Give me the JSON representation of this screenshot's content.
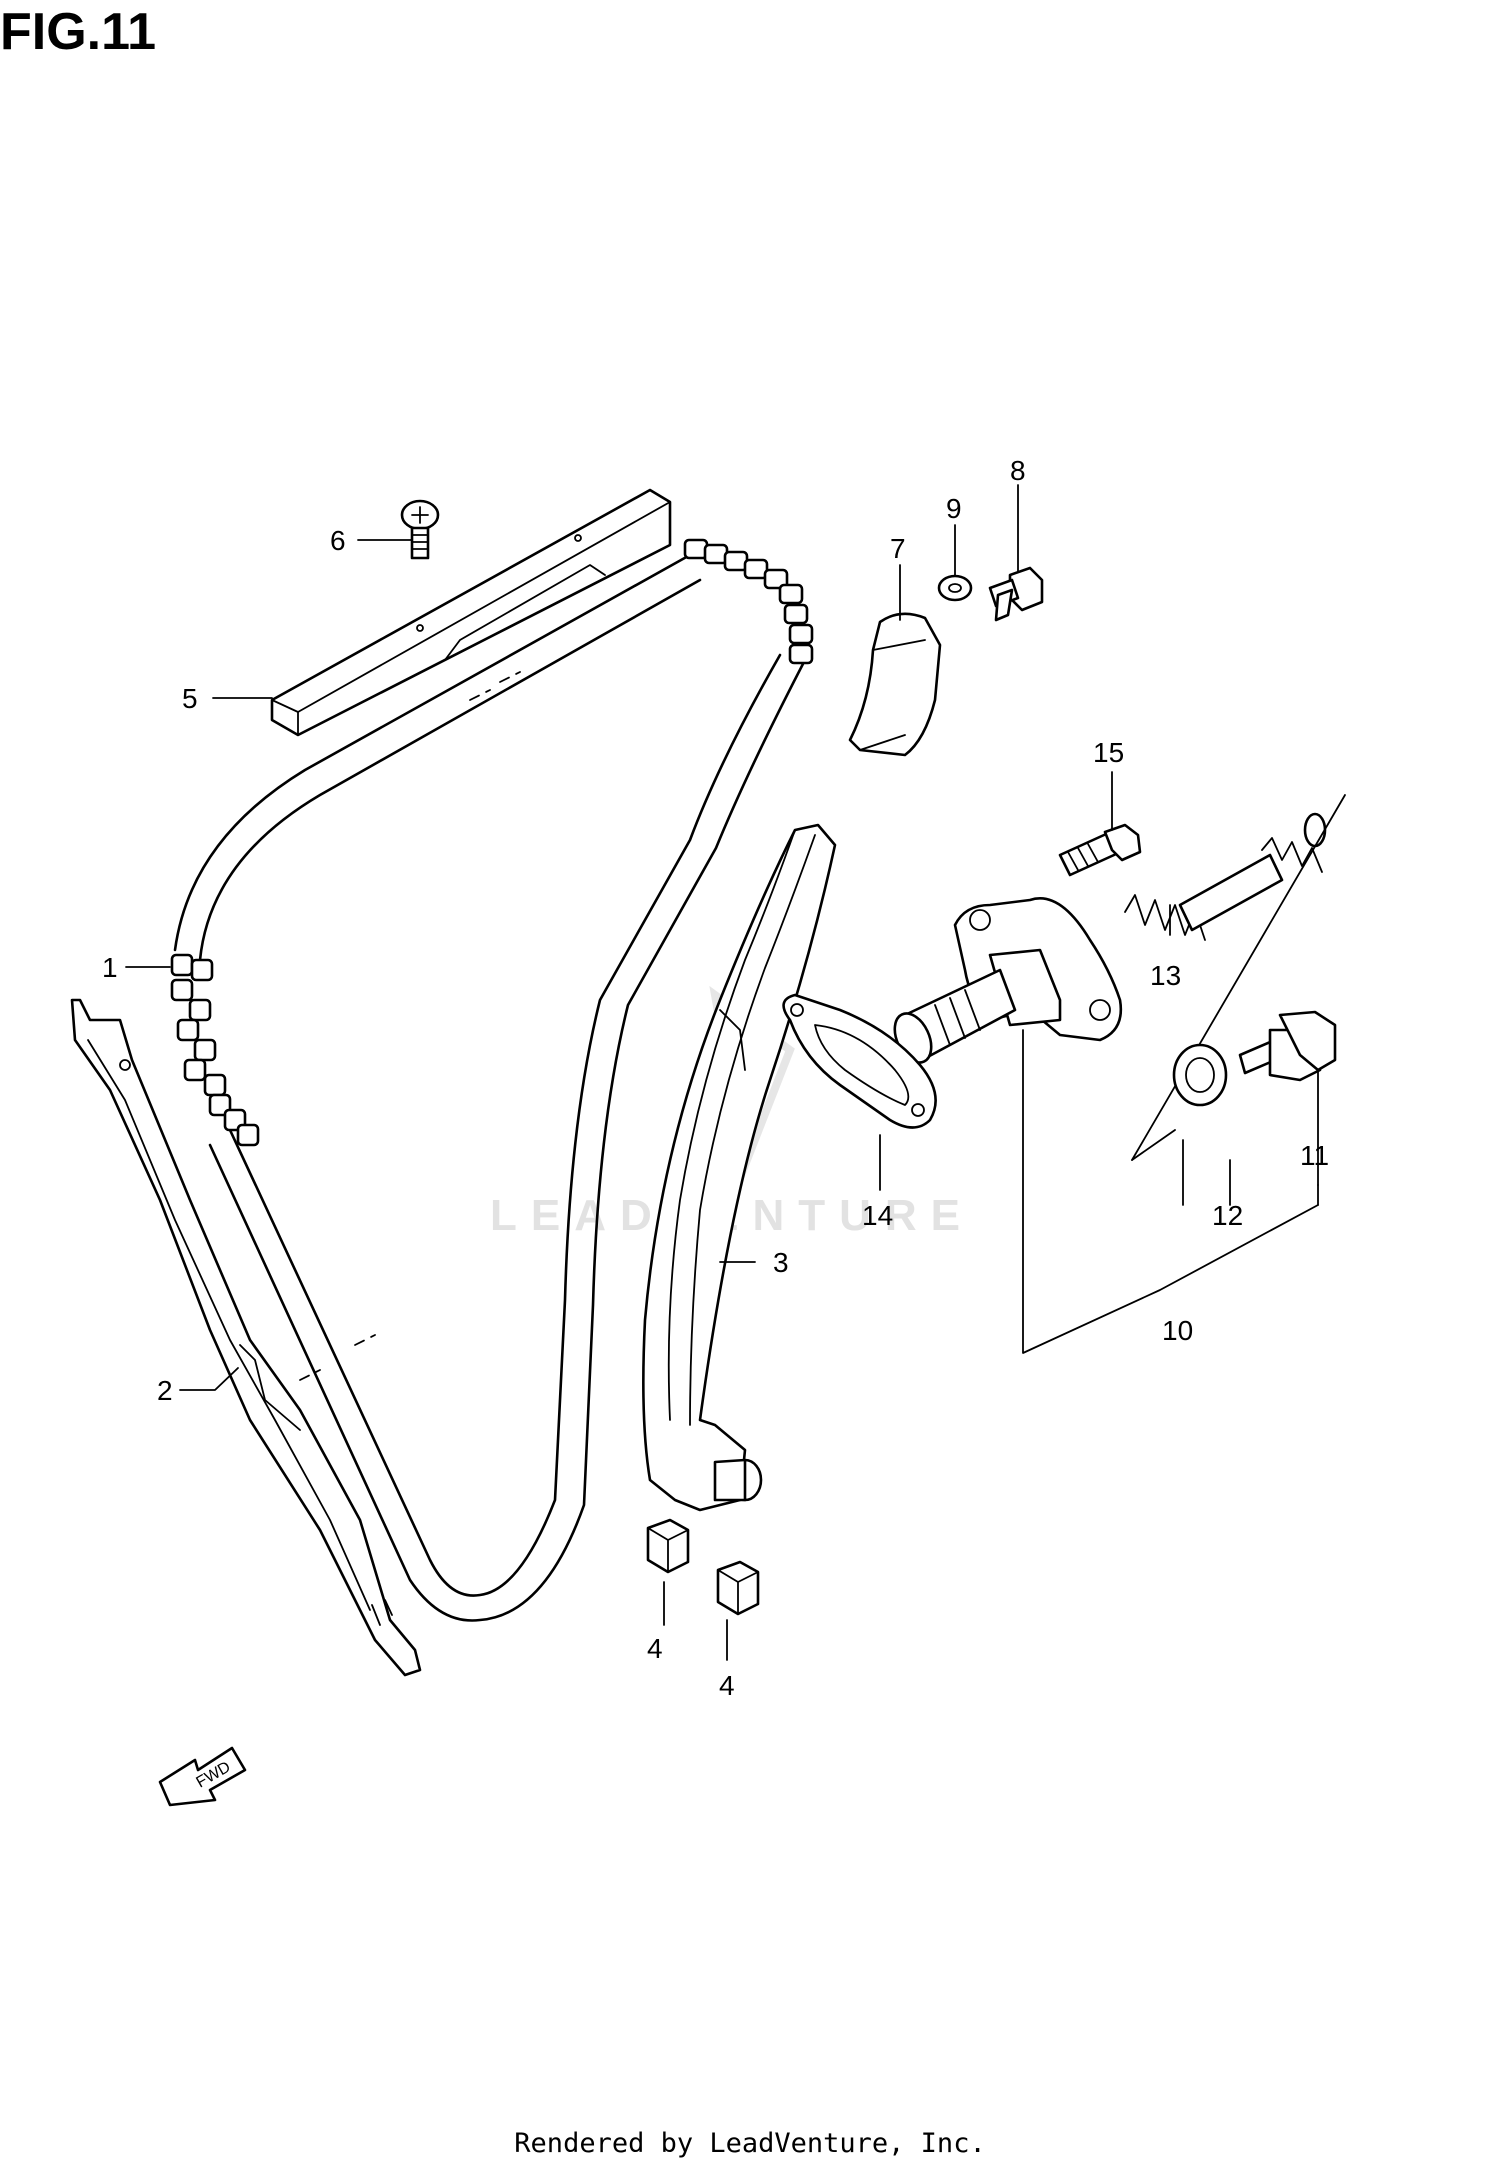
{
  "figure": {
    "title": "FIG.11"
  },
  "watermark": {
    "text": "LEADVENTURE"
  },
  "forward_arrow": {
    "text": "FWD"
  },
  "callouts": [
    {
      "id": "1",
      "text": "1"
    },
    {
      "id": "2",
      "text": "2"
    },
    {
      "id": "3",
      "text": "3"
    },
    {
      "id": "4a",
      "text": "4"
    },
    {
      "id": "4b",
      "text": "4"
    },
    {
      "id": "5",
      "text": "5"
    },
    {
      "id": "6",
      "text": "6"
    },
    {
      "id": "7",
      "text": "7"
    },
    {
      "id": "8",
      "text": "8"
    },
    {
      "id": "9",
      "text": "9"
    },
    {
      "id": "10",
      "text": "10"
    },
    {
      "id": "11",
      "text": "11"
    },
    {
      "id": "12",
      "text": "12"
    },
    {
      "id": "13",
      "text": "13"
    },
    {
      "id": "14",
      "text": "14"
    },
    {
      "id": "15",
      "text": "15"
    }
  ],
  "footer": {
    "text": "Rendered by LeadVenture, Inc."
  }
}
